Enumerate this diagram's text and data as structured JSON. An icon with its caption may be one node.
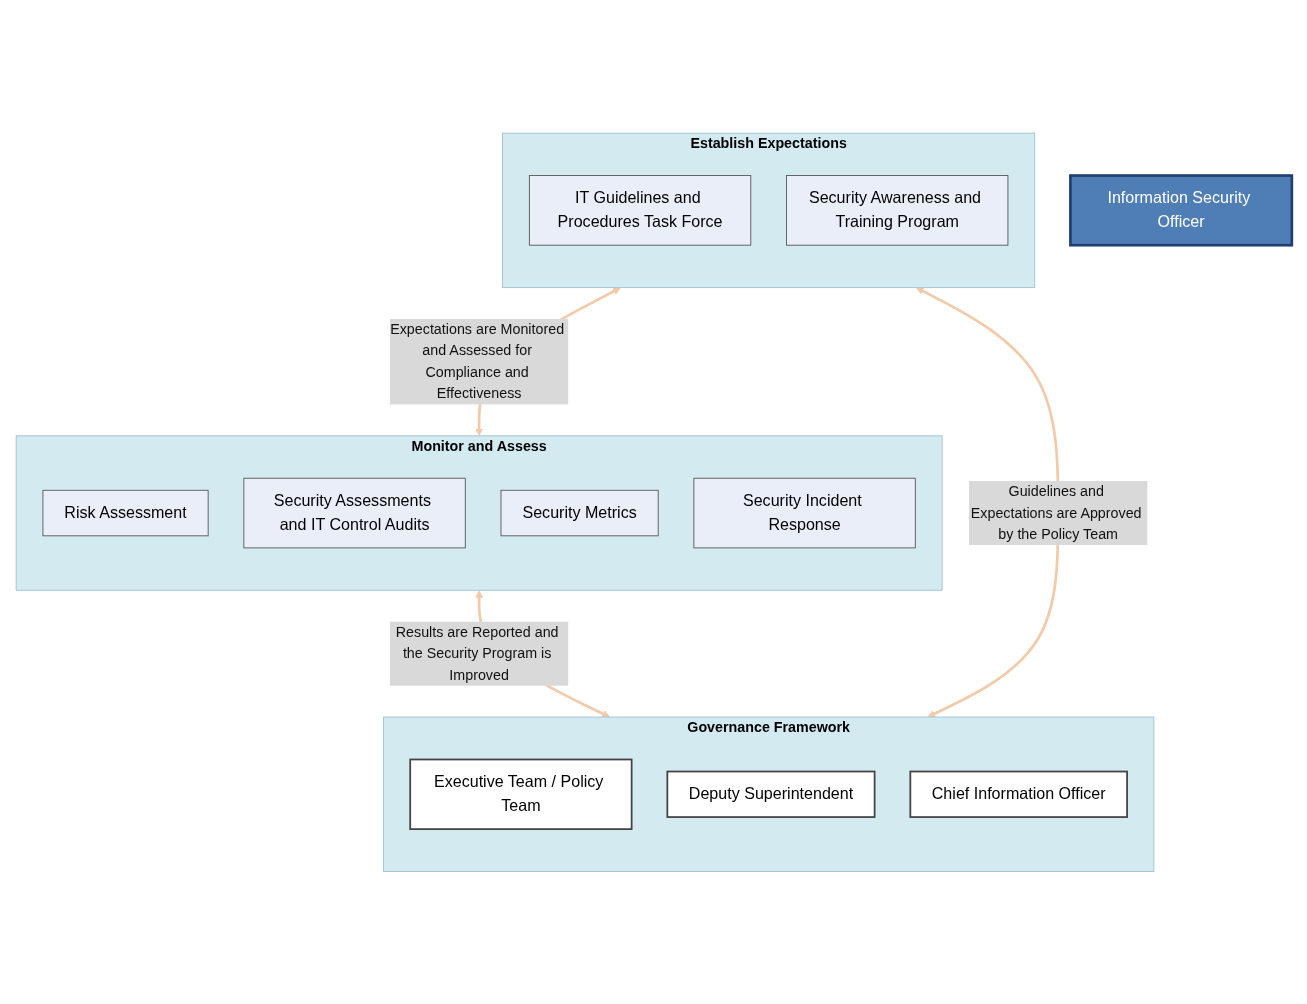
{
  "diagram": {
    "nodes": [
      {
        "text": [
          "Governance Framework"
        ]
      },
      {
        "text": [
          "Executive Team / Policy Team"
        ],
        "in": 0
      },
      {
        "text": [
          "Deputy Superintendent"
        ],
        "in": 0
      },
      {
        "text": [
          "Chief Information Officer"
        ],
        "in": 0
      },
      {
        "text": [
          "Information Security Officer"
        ]
      },
      {
        "text": [
          "Monitor and Assess"
        ]
      },
      {
        "text": [
          "Risk Assessment"
        ],
        "in": 5
      },
      {
        "text": [
          "Security Assessments and IT Control Audits"
        ],
        "in": 5
      },
      {
        "text": [
          "Security Metrics"
        ],
        "in": 5
      },
      {
        "text": [
          "Security Incident Response"
        ],
        "in": 5
      },
      {
        "text": [
          "Establish Expectations"
        ]
      },
      {
        "text": [
          "IT Guidelines and Procedures Task Force"
        ],
        "in": 10
      },
      {
        "text": [
          "Security Awareness and Training Program"
        ],
        "in": 10
      }
    ],
    "edges": [
      {
        "from": 0,
        "to": 10,
        "arrow": "both",
        "label": "Guidelines and Expectations are Approved by the Policy Team"
      },
      {
        "from": 10,
        "to": 5,
        "arrow": "both",
        "label": "Expectations are Monitored and Assessed for Compliance and Effectiveness"
      },
      {
        "from": 5,
        "to": 0,
        "arrow": "both",
        "label": "Results are Reported and the Security Program is Improved"
      }
    ]
  }
}
